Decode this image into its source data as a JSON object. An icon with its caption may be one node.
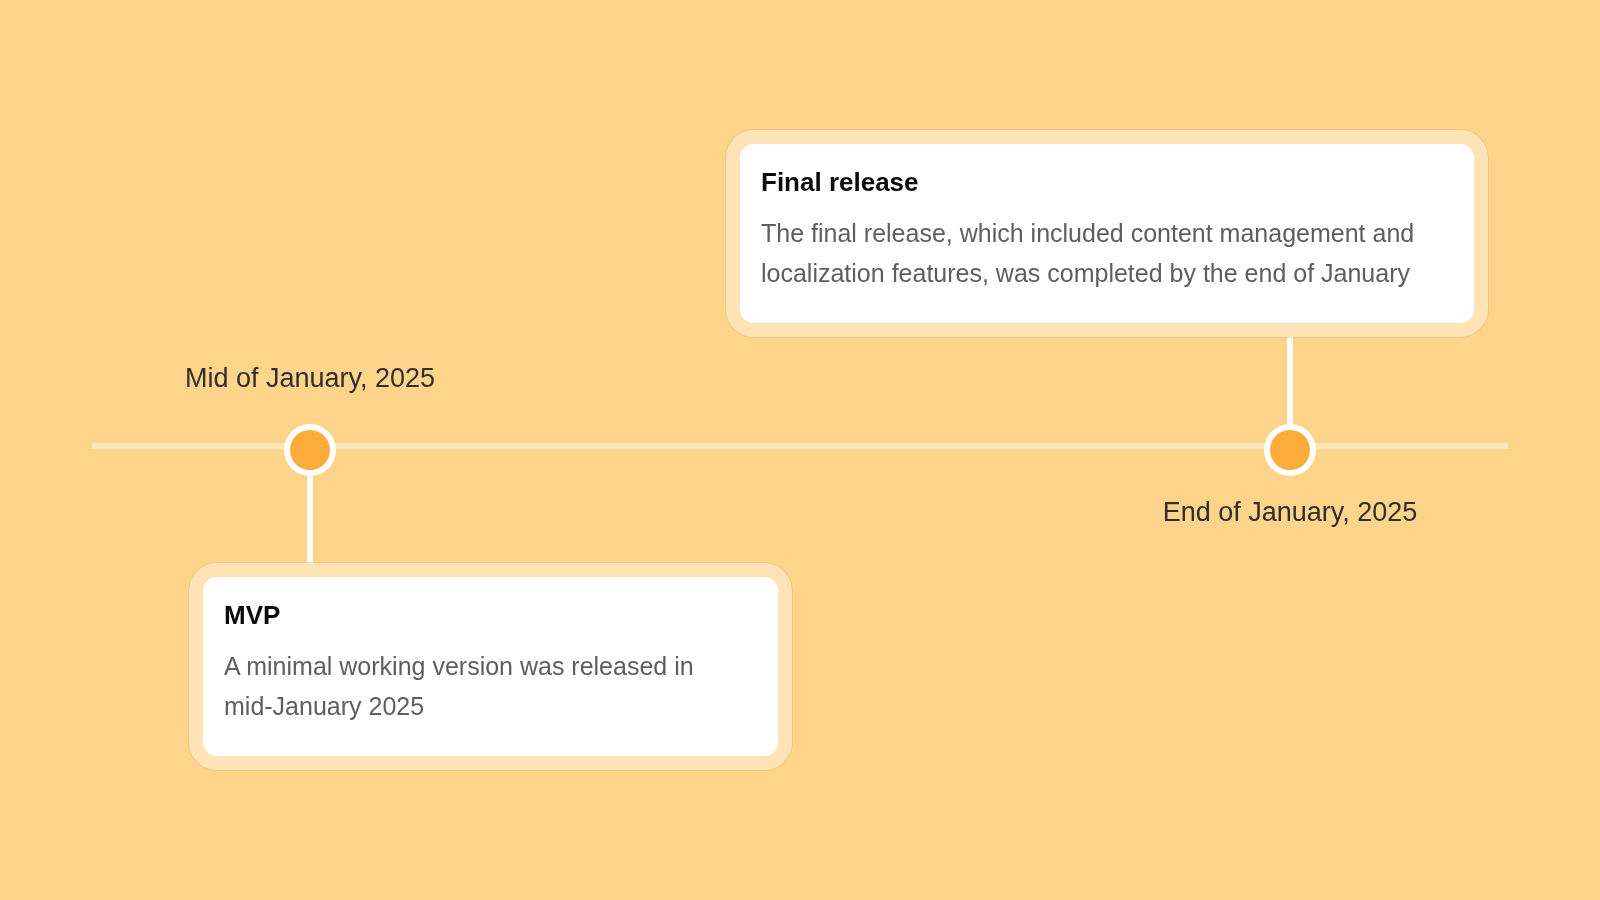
{
  "diagram": {
    "nodes": [
      {
        "text": [],
        "shape": "circle",
        "beside": [
          "Mid of January, 2025"
        ]
      },
      {
        "text": [
          "MVP",
          "A minimal working version was released in mid-January 2025"
        ]
      },
      {
        "text": [],
        "shape": "circle",
        "beside": [
          "End of January, 2025"
        ]
      },
      {
        "text": [
          "Final release",
          "The final release, which included content management and localization features, was completed by the end of January"
        ]
      }
    ],
    "edges": [
      {
        "from": 0,
        "to": 1,
        "arrow": "none"
      },
      {
        "from": 3,
        "to": 2,
        "arrow": "none"
      }
    ]
  }
}
